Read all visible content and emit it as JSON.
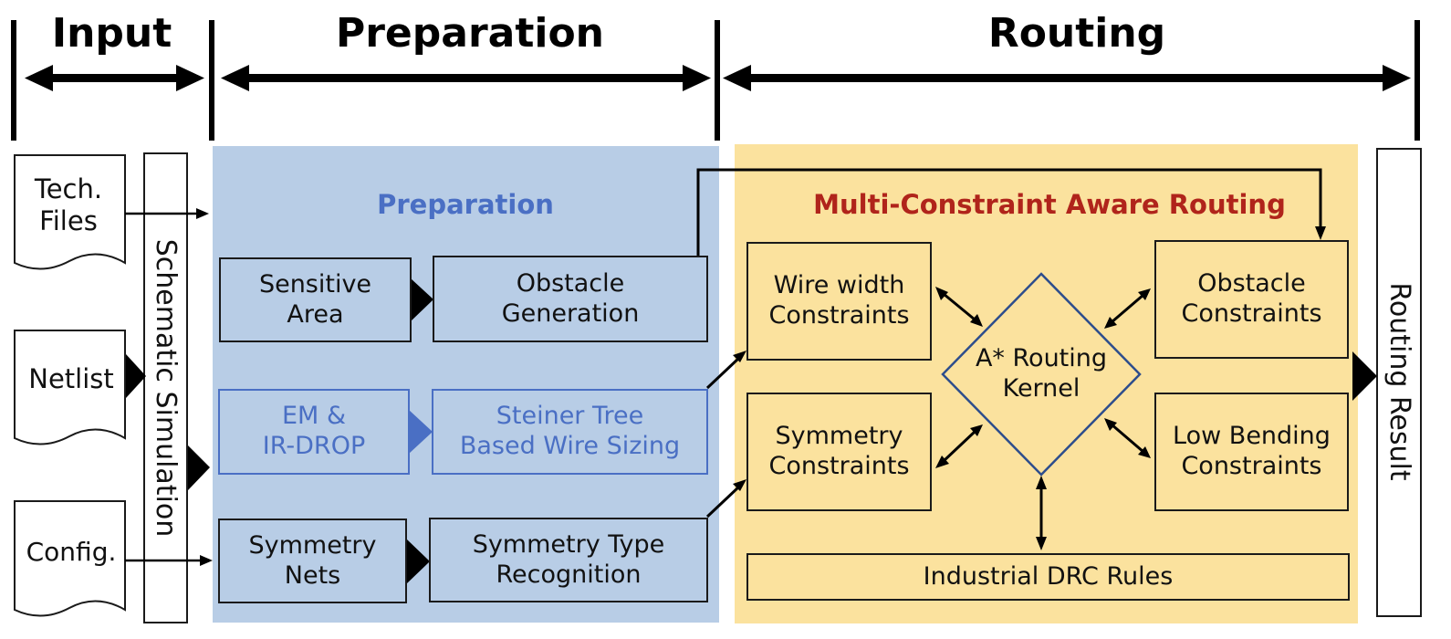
{
  "stages": {
    "input": "Input",
    "preparation": "Preparation",
    "routing": "Routing"
  },
  "inputs": {
    "tech_files": "Tech.\nFiles",
    "netlist": "Netlist",
    "config": "Config."
  },
  "schematic_simulation": "Schematic Simulation",
  "preparation_panel": {
    "title": "Preparation",
    "sensitive_area": "Sensitive\nArea",
    "obstacle_generation": "Obstacle\nGeneration",
    "em_ir_drop": "EM &\nIR-DROP",
    "steiner_tree": "Steiner Tree\nBased Wire Sizing",
    "symmetry_nets": "Symmetry\nNets",
    "symmetry_type": "Symmetry Type\nRecognition"
  },
  "routing_panel": {
    "title": "Multi-Constraint Aware Routing",
    "wire_width": "Wire width\nConstraints",
    "symmetry_constraints": "Symmetry\nConstraints",
    "kernel": "A* Routing\nKernel",
    "obstacle_constraints": "Obstacle\nConstraints",
    "low_bending": "Low Bending\nConstraints",
    "drc_rules": "Industrial DRC Rules"
  },
  "routing_result": "Routing Result",
  "colors": {
    "prep_panel": "#b8cde6",
    "routing_panel": "#fbe29e",
    "prep_title": "#4a6fc4",
    "routing_title": "#b0241b",
    "em_branch": "#4a6fc4"
  }
}
